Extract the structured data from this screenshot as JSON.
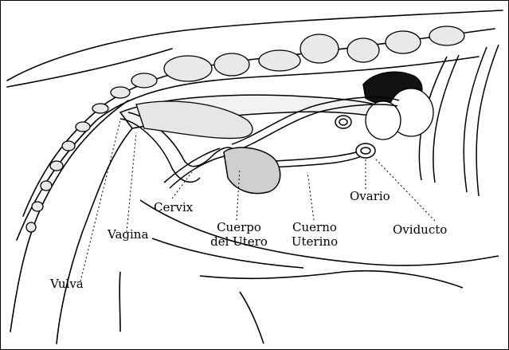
{
  "labels": {
    "vulva": "Vulva",
    "vagina": "Vagina",
    "cervix": "Cervix",
    "cuerpo_line1": "Cuerpo",
    "cuerpo_line2": "del Utero",
    "cuerno_line1": "Cuerno",
    "cuerno_line2": "Uterino",
    "ovario": "Ovario",
    "oviducto": "Oviducto"
  },
  "colors": {
    "ink": "#000000",
    "shade": "#cfcfcf",
    "dark_organ": "#111111"
  }
}
